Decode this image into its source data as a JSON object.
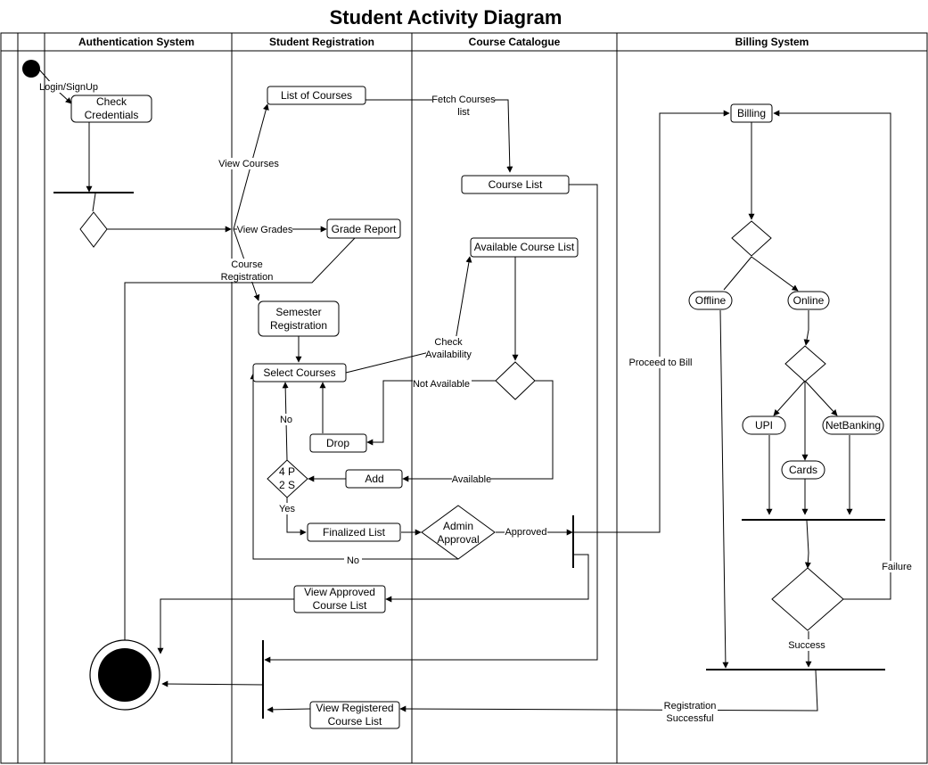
{
  "title": "Student Activity Diagram",
  "lanes": [
    "Authentication System",
    "Student Registration",
    "Course Catalogue",
    "Billing System"
  ],
  "nodes": {
    "check_credentials": [
      "Check",
      "Credentials"
    ],
    "list_of_courses": "List of Courses",
    "course_list": "Course List",
    "grade_report": "Grade Report",
    "available_course_list": "Available Course List",
    "semester_registration": [
      "Semester",
      "Registration"
    ],
    "select_courses": "Select Courses",
    "drop": "Drop",
    "add": "Add",
    "credits_decision": [
      "4 P",
      "2 S"
    ],
    "finalized_list": "Finalized List",
    "admin_approval": [
      "Admin",
      "Approval"
    ],
    "view_approved_course_list": [
      "View Approved",
      "Course List"
    ],
    "view_registered_course_list": [
      "View Registered",
      "Course List"
    ],
    "billing": "Billing",
    "offline": "Offline",
    "online": "Online",
    "upi": "UPI",
    "cards": "Cards",
    "netbanking": "NetBanking"
  },
  "edge_labels": {
    "login_signup": "Login/SignUp",
    "fetch_courses": [
      "Fetch Courses",
      "list"
    ],
    "view_courses": "View Courses",
    "view_grades": "View Grades",
    "course_registration": [
      "Course",
      "Registration"
    ],
    "check_availability": [
      "Check",
      "Availability"
    ],
    "not_available": "Not Available",
    "available": "Available",
    "no_top": "No",
    "yes": "Yes",
    "approved": "Approved",
    "no_bottom": "No",
    "proceed_to_bill": "Proceed to Bill",
    "failure": "Failure",
    "success": "Success",
    "registration_successful": [
      "Registration",
      "Successful"
    ]
  }
}
